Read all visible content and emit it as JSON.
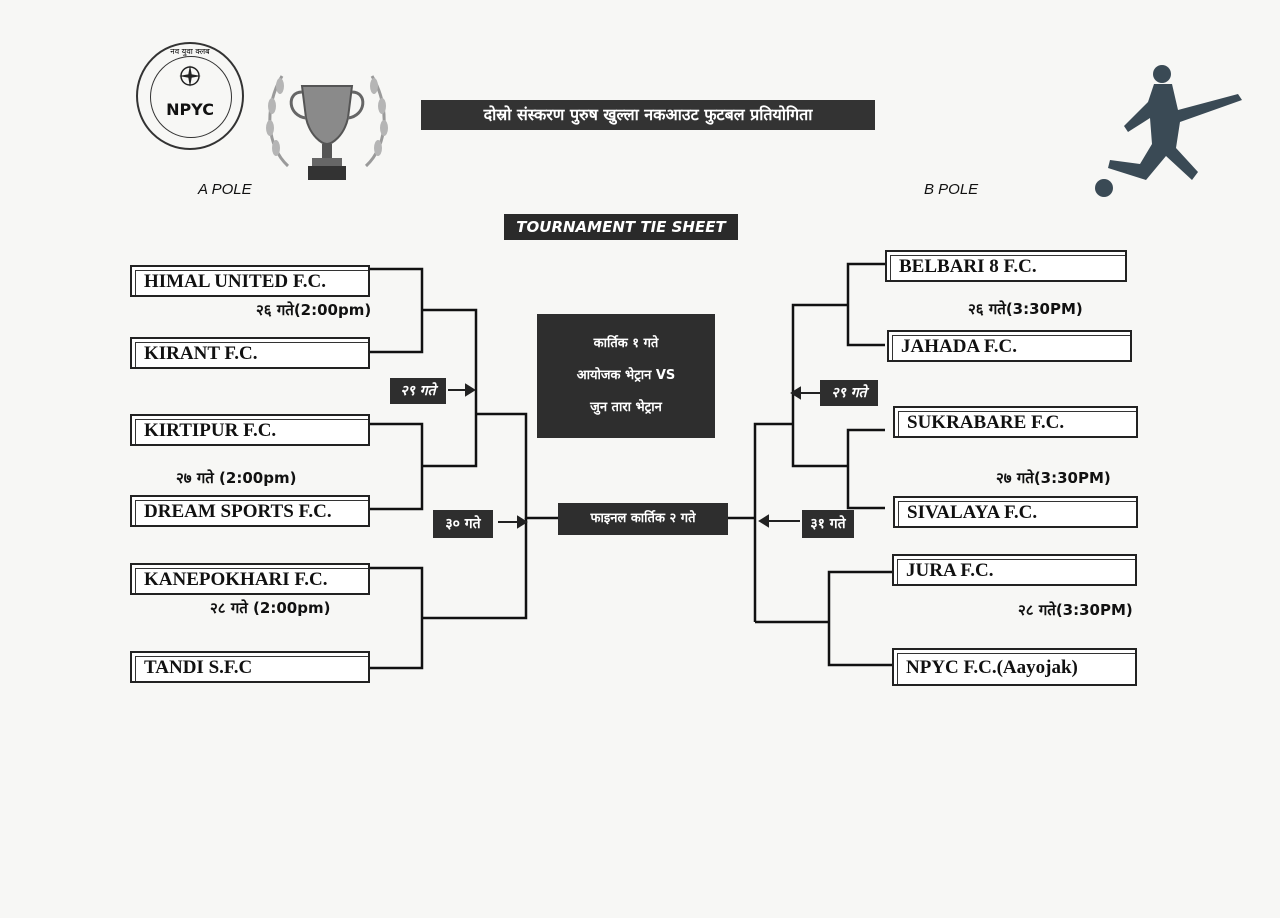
{
  "header": {
    "title": "दोस्रो संस्करण पुरुष खुल्ला नकआउट फुटबल प्रतियोगिता",
    "subtitle": "TOURNAMENT TIE SHEET",
    "logo_text": "NPYC",
    "logo_ring_text": "नव युवा क्लब"
  },
  "poles": {
    "a": "A POLE",
    "b": "B POLE"
  },
  "a_pole": {
    "teams": [
      "HIMAL UNITED F.C.",
      "KIRANT F.C.",
      "KIRTIPUR F.C.",
      "DREAM SPORTS F.C.",
      "KANEPOKHARI F.C.",
      "TANDI S.F.C"
    ],
    "match_dates": [
      "२६ गते(2:00pm)",
      "२७ गते (2:00pm)",
      "२८ गते (2:00pm)"
    ],
    "semi_date": "२९ गते",
    "final_round_date": "३० गते"
  },
  "b_pole": {
    "teams": [
      "BELBARI 8 F.C.",
      "JAHADA F.C.",
      "SUKRABARE F.C.",
      "SIVALAYA F.C.",
      "JURA F.C.",
      "NPYC F.C.(Aayojak)"
    ],
    "match_dates": [
      "२६ गते(3:30PM)",
      "२७ गते(3:30PM)",
      "२८ गते(3:30PM)"
    ],
    "semi_date": "२९ गते",
    "final_round_date": "३१ गते"
  },
  "opening_match": {
    "line1": "कार्तिक १ गते",
    "line2": "आयोजक भेट्रान VS",
    "line3": "जुन तारा भेट्रान"
  },
  "final": {
    "label": "फाइनल कार्तिक २ गते"
  },
  "colors": {
    "dark_box": "#2e2e2e",
    "line": "#111111",
    "background": "#f7f7f5"
  }
}
